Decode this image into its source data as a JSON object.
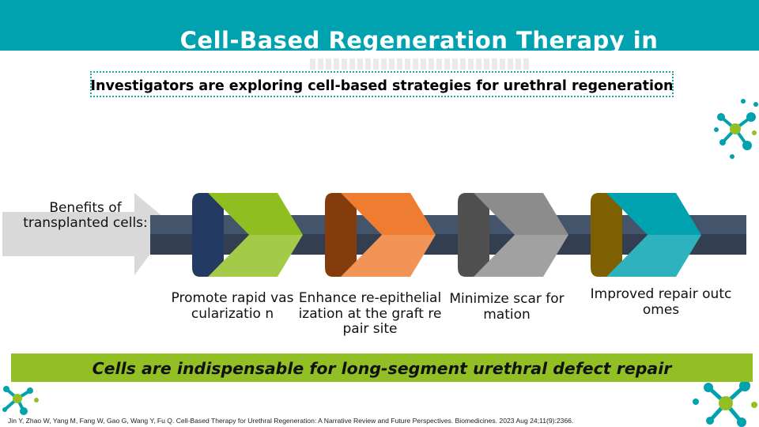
{
  "title": "Cell-Based Regeneration Therapy in",
  "subtitle": "Investigators are exploring cell-based strategies for urethral regeneration",
  "benefits_label": "Benefits of transplanted cells:",
  "steps": [
    {
      "label": "Promote rapid vascularizatio n",
      "color": "#8fbe21",
      "accent": "#233a63"
    },
    {
      "label": "Enhance re-epithelialization at the graft repair site",
      "color": "#ee7d31",
      "accent": "#843c0c"
    },
    {
      "label": "Minimize scar formation",
      "color": "#8c8c8c",
      "accent": "#4f4f4f"
    },
    {
      "label": "Improved repair outcomes",
      "color": "#00a2b0",
      "accent": "#7f6000"
    }
  ],
  "banner": "Cells are indispensable for long-segment urethral defect repair",
  "citation": "Jin Y, Zhao W, Yang M, Fang W, Gao G, Wang Y, Fu Q. Cell-Based Therapy for Urethral Regeneration: A Narrative Review and Future Perspectives. Biomedicines. 2023 Aug 24;11(9):2366.",
  "colors": {
    "header_band": "#00a2b0",
    "banner": "#92c024",
    "band_top": "#44546a",
    "band_bottom": "#333f50"
  }
}
